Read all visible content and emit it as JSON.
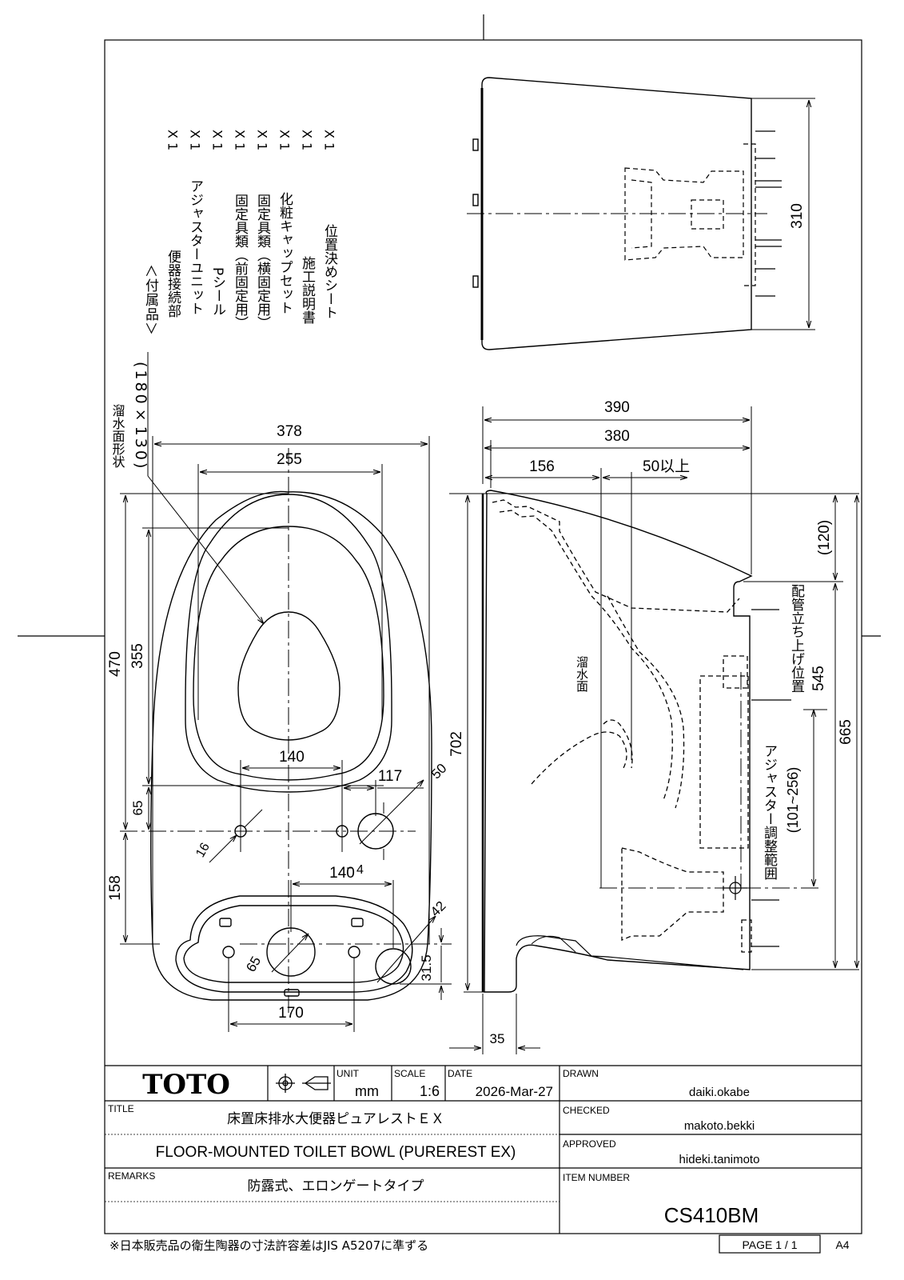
{
  "accessories": {
    "heading": "＜付属品＞",
    "items": [
      {
        "name": "便器接続部",
        "qty": "X 1"
      },
      {
        "name": "アジャスターユニット",
        "qty": "X 1"
      },
      {
        "name": "Pシール",
        "qty": "X 1"
      },
      {
        "name": "固定具類（前固定用）",
        "qty": "X 1"
      },
      {
        "name": "固定具類（横固定用）",
        "qty": "X 1"
      },
      {
        "name": "化粧キャップセット",
        "qty": "X 1"
      },
      {
        "name": "施工説明書",
        "qty": "X 1"
      },
      {
        "name": "位置決めシート",
        "qty": "X 1"
      }
    ]
  },
  "dims": {
    "top_310": "310",
    "d390": "390",
    "d380": "380",
    "d156": "156",
    "d50ijo": "50以上",
    "d120": "(120)",
    "d545": "545",
    "d665": "665",
    "d702": "702",
    "d35": "35",
    "d378": "378",
    "d255": "255",
    "d470": "470",
    "d355": "355",
    "d140a": "140",
    "d117": "117",
    "d50": "50",
    "d65a": "65",
    "d16": "16",
    "d4": "4",
    "d140b": "140",
    "d42": "42",
    "d158": "158",
    "d65b": "65",
    "d170": "170",
    "d31_5": "31.5",
    "water_shape": "溜水面形状",
    "water_shape_size": "(180×130)",
    "water_surface": "溜水面",
    "pipe_position": "配管立ち上げ位置",
    "adjuster_range": "アジャスター調整範囲",
    "adjuster_range_val": "(101~256)"
  },
  "title_block": {
    "logo": "TOTO",
    "unit_label": "UNIT",
    "unit_value": "mm",
    "scale_label": "SCALE",
    "scale_value": "1:6",
    "date_label": "DATE",
    "date_value": "2026-Mar-27",
    "drawn_label": "DRAWN",
    "drawn_value": "daiki.okabe",
    "checked_label": "CHECKED",
    "checked_value": "makoto.bekki",
    "approved_label": "APPROVED",
    "approved_value": "hideki.tanimoto",
    "title_label": "TITLE",
    "title_jp": "床置床排水大便器ピュアレストＥＸ",
    "title_en": "FLOOR-MOUNTED TOILET BOWL (PUREREST EX)",
    "remarks_label": "REMARKS",
    "remarks_value": "防露式、エロンゲートタイプ",
    "item_label": "ITEM NUMBER",
    "item_value": "CS410BM"
  },
  "footer": {
    "note": "※日本販売品の衛生陶器の寸法許容差はJIS A5207に準ずる",
    "page": "PAGE  1 / 1",
    "paper": "A4"
  }
}
